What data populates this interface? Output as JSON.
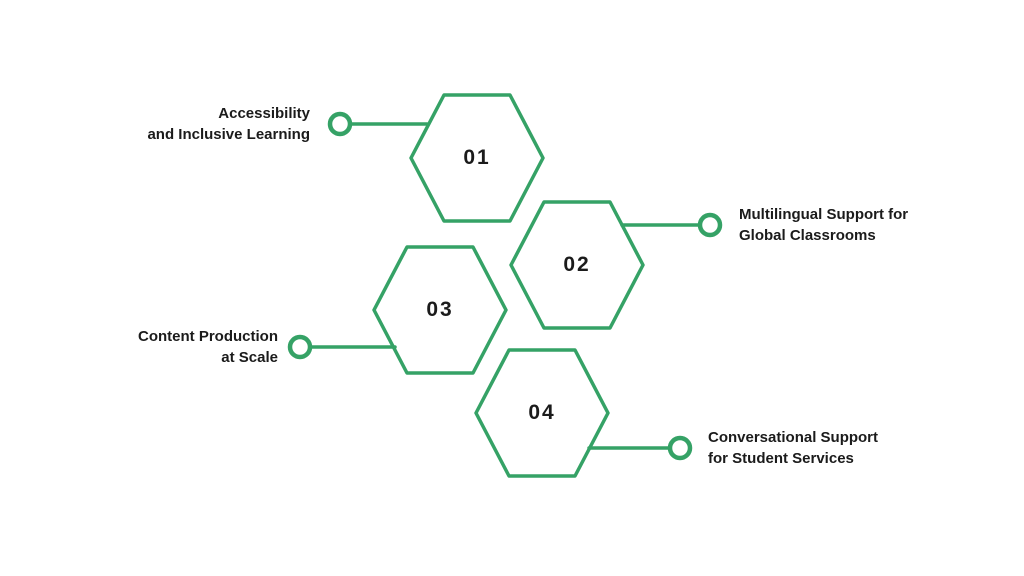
{
  "colors": {
    "accent": "#35A266",
    "text": "#1B1B1B",
    "background": "#FFFFFF"
  },
  "diagram": {
    "type": "numbered-hexagon-infographic",
    "item_count": 4
  },
  "items": [
    {
      "number": "01",
      "label": [
        "Accessibility",
        "and Inclusive Learning"
      ],
      "label_side": "left"
    },
    {
      "number": "02",
      "label": [
        "Multilingual Support for",
        "Global Classrooms"
      ],
      "label_side": "right"
    },
    {
      "number": "03",
      "label": [
        "Content Production",
        "at Scale"
      ],
      "label_side": "left"
    },
    {
      "number": "04",
      "label": [
        "Conversational Support",
        "for Student Services"
      ],
      "label_side": "right"
    }
  ]
}
